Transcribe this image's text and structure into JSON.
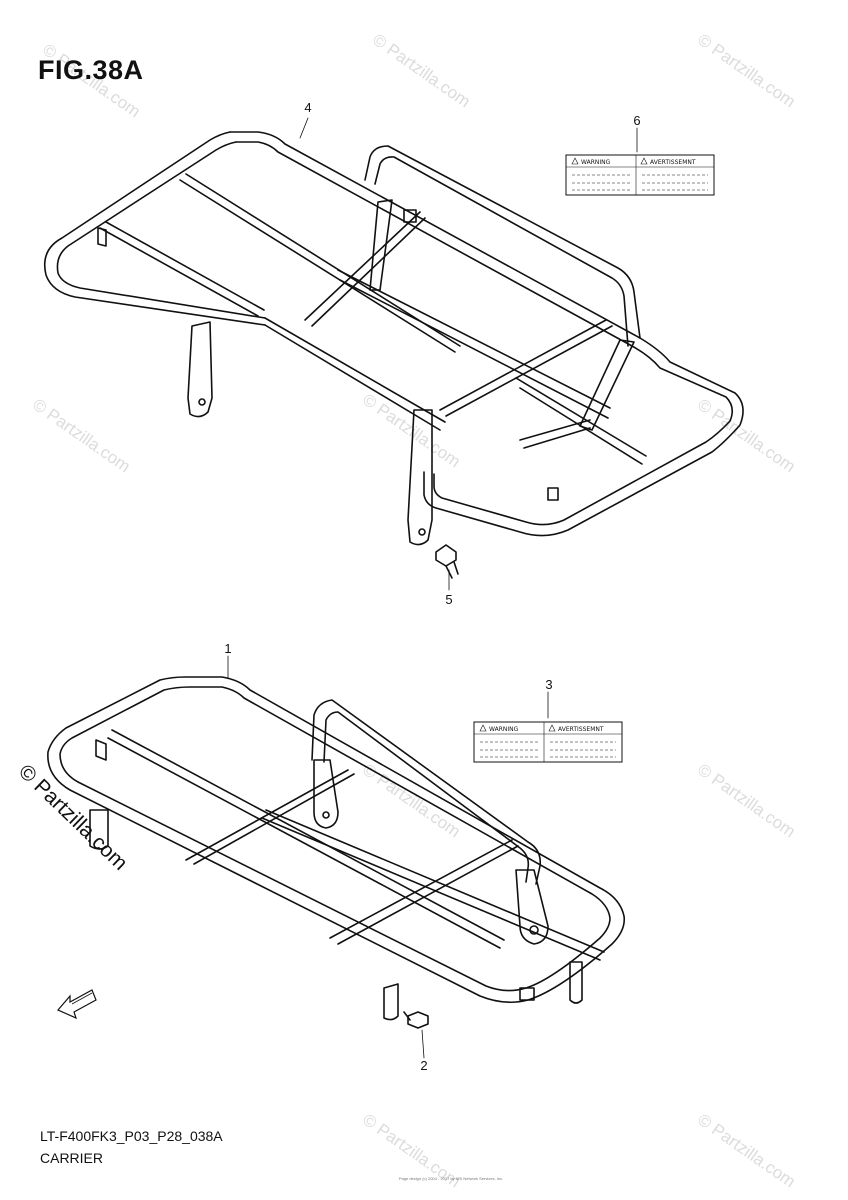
{
  "figure": {
    "title": "FIG.38A"
  },
  "callouts": [
    "4",
    "6",
    "5",
    "1",
    "3",
    "2"
  ],
  "labels": {
    "warning": "WARNING",
    "avertissement": "AVERTISSEMNT"
  },
  "footer": {
    "code": "LT-F400FK3_P03_P28_038A",
    "title": "CARRIER",
    "tiny": "Page design (c) 2004 - 2017 by ARI Network Services, Inc."
  },
  "watermark": {
    "text": "© Partzilla.com",
    "brand": "© Partzilla.com"
  },
  "icons": [
    "fwd-arrow-icon",
    "warning-triangle-icon",
    "bolt-icon"
  ]
}
